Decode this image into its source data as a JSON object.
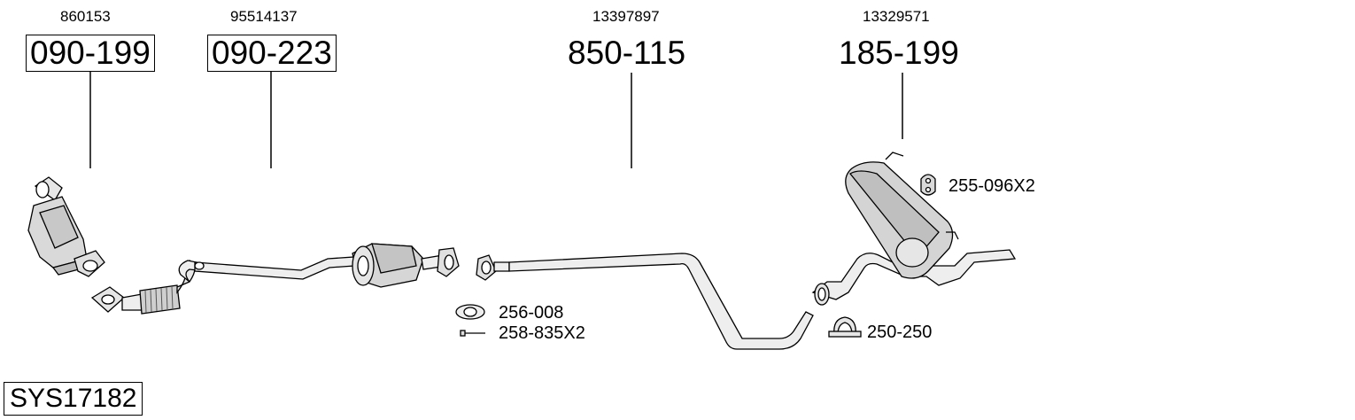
{
  "system_code": "SYS17182",
  "parts": [
    {
      "oe": "860153",
      "part_number": "090-199",
      "boxed": true
    },
    {
      "oe": "95514137",
      "part_number": "090-223",
      "boxed": true
    },
    {
      "oe": "13397897",
      "part_number": "850-115",
      "boxed": false
    },
    {
      "oe": "13329571",
      "part_number": "185-199",
      "boxed": false
    }
  ],
  "accessories": [
    {
      "code": "256-008",
      "icon": "gasket-icon"
    },
    {
      "code": "258-835X2",
      "icon": "bolt-icon"
    },
    {
      "code": "250-250",
      "icon": "clamp-icon"
    },
    {
      "code": "255-096X2",
      "icon": "rubber-mount-icon"
    }
  ]
}
